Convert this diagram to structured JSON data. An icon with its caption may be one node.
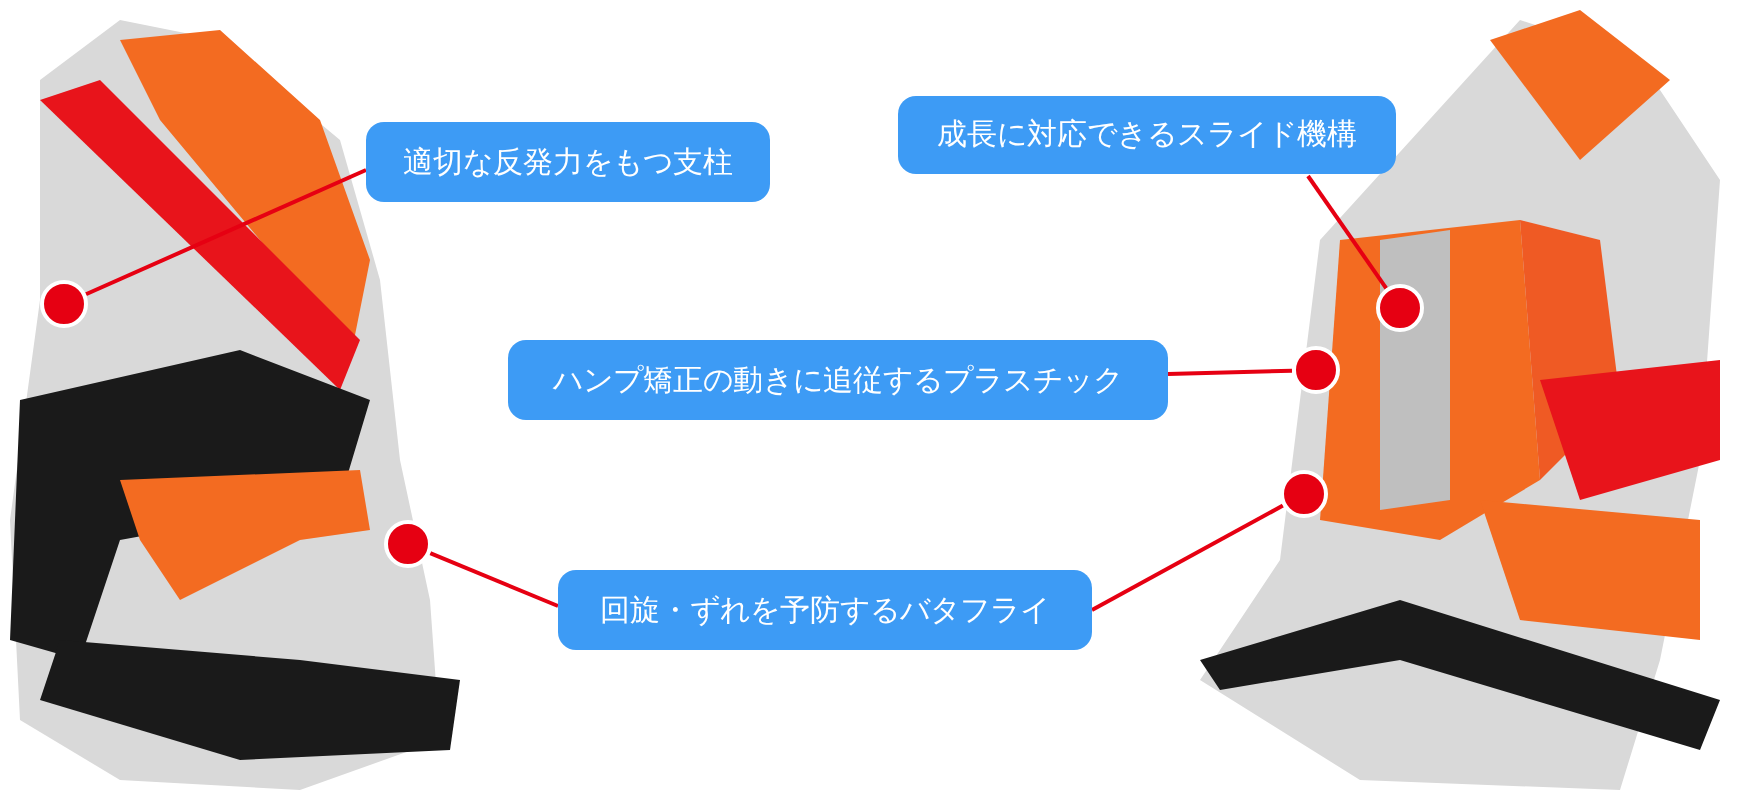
{
  "diagram": {
    "nodes": [
      {
        "text": [
          "適切な反発力をもつ支柱"
        ]
      },
      {
        "text": [
          "成長に対応できるスライド機構"
        ]
      },
      {
        "text": [],
        "shape": "circle"
      },
      {
        "text": [],
        "shape": "circle"
      },
      {
        "text": [
          "ハンプ矯正の動きに追従するプラスチック"
        ]
      },
      {
        "text": [],
        "shape": "circle"
      },
      {
        "text": [],
        "shape": "circle"
      },
      {
        "text": [],
        "shape": "circle"
      },
      {
        "text": [
          "回旋・ずれを予防するバタフライ"
        ]
      }
    ],
    "edges": [
      {
        "from": 0,
        "to": 2,
        "arrow": "none"
      },
      {
        "from": 1,
        "to": 3,
        "arrow": "none"
      },
      {
        "from": 4,
        "to": 5,
        "arrow": "none"
      },
      {
        "from": 8,
        "to": 7,
        "arrow": "none"
      },
      {
        "from": 8,
        "to": 6,
        "arrow": "none"
      }
    ]
  }
}
